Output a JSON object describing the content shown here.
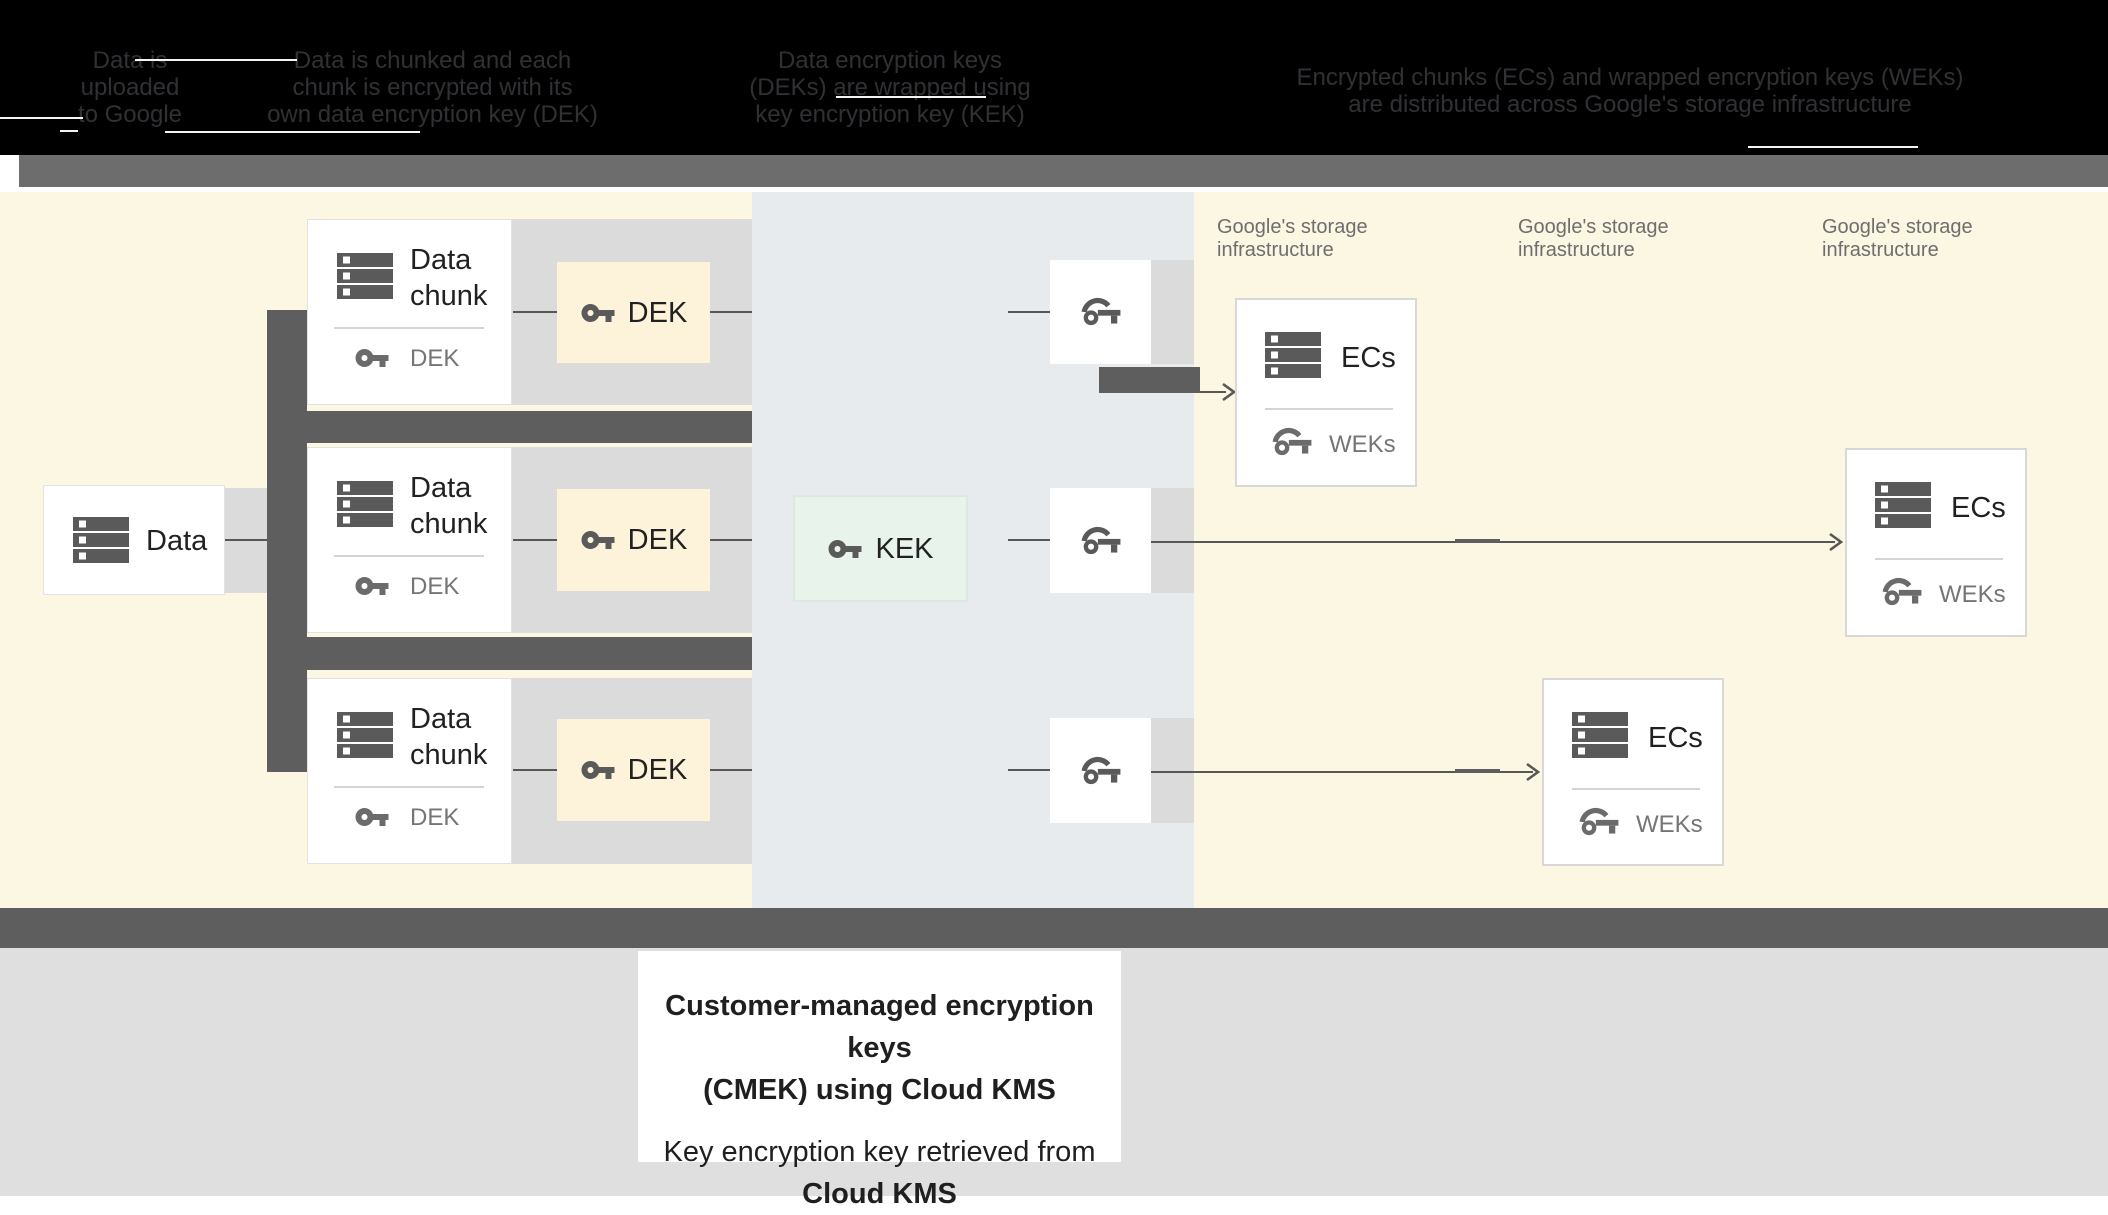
{
  "header": {
    "columns": [
      {
        "lines": [
          "Data is",
          "uploaded",
          "to Google"
        ]
      },
      {
        "lines": [
          "Data is chunked and each",
          "chunk is encrypted with its",
          "own data encryption key (DEK)"
        ]
      },
      {
        "lines": [
          "Data encryption keys",
          "(DEKs) are wrapped using",
          "key encryption key (KEK)"
        ]
      },
      {
        "lines": [
          "Encrypted chunks (ECs) and wrapped encryption keys (WEKs)",
          "are distributed across Google's storage infrastructure"
        ]
      }
    ]
  },
  "diagram": {
    "data_box": {
      "label": "Data"
    },
    "chunks": [
      {
        "title": "Data chunk",
        "key_label": "DEK"
      },
      {
        "title": "Data chunk",
        "key_label": "DEK"
      },
      {
        "title": "Data chunk",
        "key_label": "DEK"
      }
    ],
    "dek_boxes": [
      {
        "label": "DEK"
      },
      {
        "label": "DEK"
      },
      {
        "label": "DEK"
      }
    ],
    "kek_box": {
      "label": "KEK"
    },
    "storage_labels": [
      {
        "text": "Google's storage infrastructure"
      },
      {
        "text": "Google's storage infrastructure"
      },
      {
        "text": "Google's storage infrastructure"
      }
    ],
    "ecs_boxes": [
      {
        "title": "ECs",
        "key_label": "WEKs"
      },
      {
        "title": "ECs",
        "key_label": "WEKs"
      },
      {
        "title": "ECs",
        "key_label": "WEKs"
      }
    ]
  },
  "caption": {
    "line1": "Customer-managed encryption keys",
    "line2": "(CMEK) using Cloud KMS",
    "line3": "Key encryption key retrieved from",
    "line4": "Cloud KMS"
  },
  "colors": {
    "header_bg": "#000000",
    "band_gray": "#6d6d6d",
    "zone_yellow": "#fcf7e2",
    "kms_zone_blue_gray": "#e8ebed",
    "dark_connector": "#5e5e5e",
    "shadow_gray": "#dbdbdb",
    "dek_cream": "#fdf3da",
    "kek_mint": "#e8f3ec",
    "footer_gray": "#dfdfdf",
    "text_dark": "#212121",
    "text_gray": "#757575"
  }
}
